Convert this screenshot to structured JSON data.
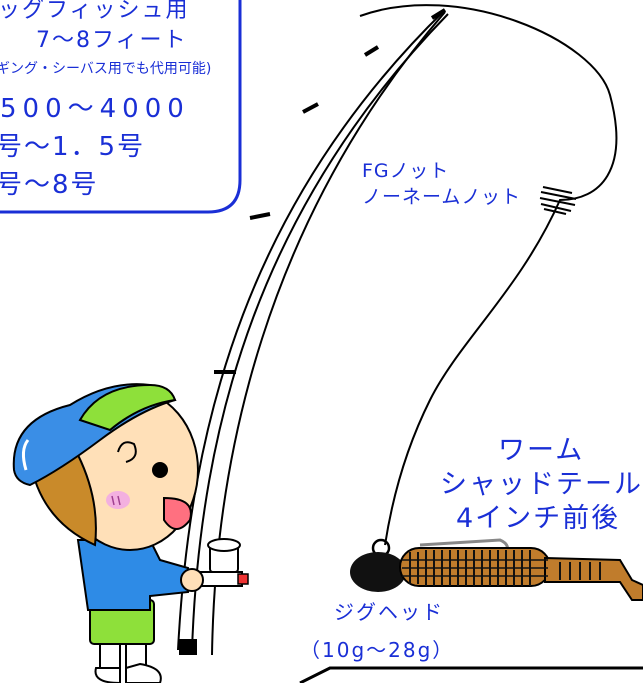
{
  "spec_box": {
    "line1": "ッグフィッシュ用",
    "line2": "7～8フィート",
    "line3": "ギング・シーバス用でも代用可能)",
    "line4": "500～4000",
    "line5": "号～1．5号",
    "line6": "号～8号"
  },
  "knot_label": {
    "line1": "FGノット",
    "line2": "ノーネームノット"
  },
  "worm_label": {
    "line1": "ワーム",
    "line2": "シャッドテール",
    "line3": "4インチ前後"
  },
  "jig_label": {
    "line1": "ジグヘッド",
    "line2": "（10g～28g）"
  },
  "colors": {
    "text_blue": "#1a2fd6",
    "box_border": "#1a2fd6",
    "cap_blue": "#3a8ee6",
    "cap_green": "#8ee03a",
    "skin": "#ffe0b8",
    "shirt": "#2e8be6",
    "shorts": "#8ee03a",
    "hair": "#c98a2a",
    "worm_body": "#c07c2c"
  }
}
